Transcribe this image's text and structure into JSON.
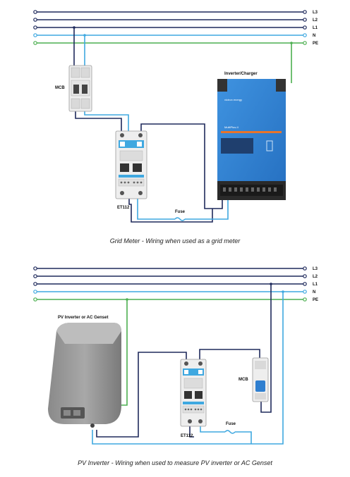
{
  "top_diagram": {
    "bus_labels": [
      "L3",
      "L2",
      "L1",
      "N",
      "PE"
    ],
    "mcb_label": "MCB",
    "meter_label": "ET112",
    "device_title": "Inverter/Charger",
    "device_brand": "victron energy",
    "device_model": "MultiPlus-II",
    "fuse_label": "Fuse",
    "caption": "Grid Meter - Wiring when used as a grid meter"
  },
  "bottom_diagram": {
    "bus_labels": [
      "L3",
      "L2",
      "L1",
      "N",
      "PE"
    ],
    "device_title": "PV Inverter or AC Genset",
    "mcb_label": "MCB",
    "meter_label": "ET112",
    "fuse_label": "Fuse",
    "caption": "PV Inverter - Wiring when used to measure PV inverter or AC Genset"
  },
  "colors": {
    "line_dark": "#1f2a5c",
    "neutral_blue": "#3fa8e0",
    "earth_green": "#4caf50",
    "inverter_blue": "#2f7fd0",
    "accent_orange": "#e8742a"
  }
}
